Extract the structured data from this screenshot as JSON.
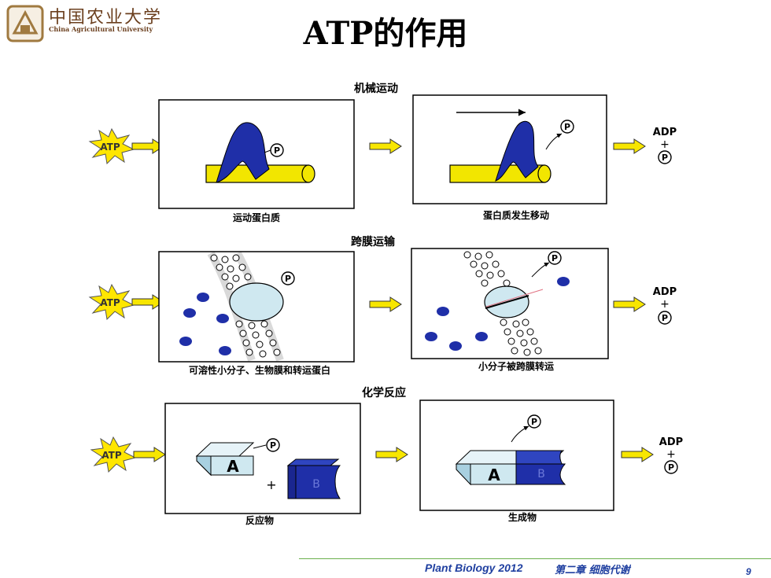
{
  "header": {
    "title": "ATP的作用",
    "logo_cn": "中国农业大学",
    "logo_en": "China Agricultural University"
  },
  "sections": [
    {
      "title": "机械运动",
      "caption_left": "运动蛋白质",
      "caption_right": "蛋白质发生移动"
    },
    {
      "title": "跨膜运输",
      "caption_left": "可溶性小分子、生物膜和转运蛋白",
      "caption_right": "小分子被跨膜转运"
    },
    {
      "title": "化学反应",
      "caption_left": "反应物",
      "caption_right": "生成物"
    }
  ],
  "labels": {
    "atp": "ATP",
    "adp": "ADP",
    "plus": "+",
    "p": "P",
    "a": "A",
    "b": "B"
  },
  "footer": {
    "left": "Plant Biology 2012",
    "right": "第二章 细胞代谢",
    "page": "9"
  },
  "colors": {
    "protein_blue": "#1f2fa8",
    "rod_yellow": "#f2e600",
    "arrow_yellow": "#f7e600",
    "star_yellow": "#ffe600",
    "membrane_fill": "#cfe8f0",
    "footer_blue": "#1f3fa0"
  }
}
